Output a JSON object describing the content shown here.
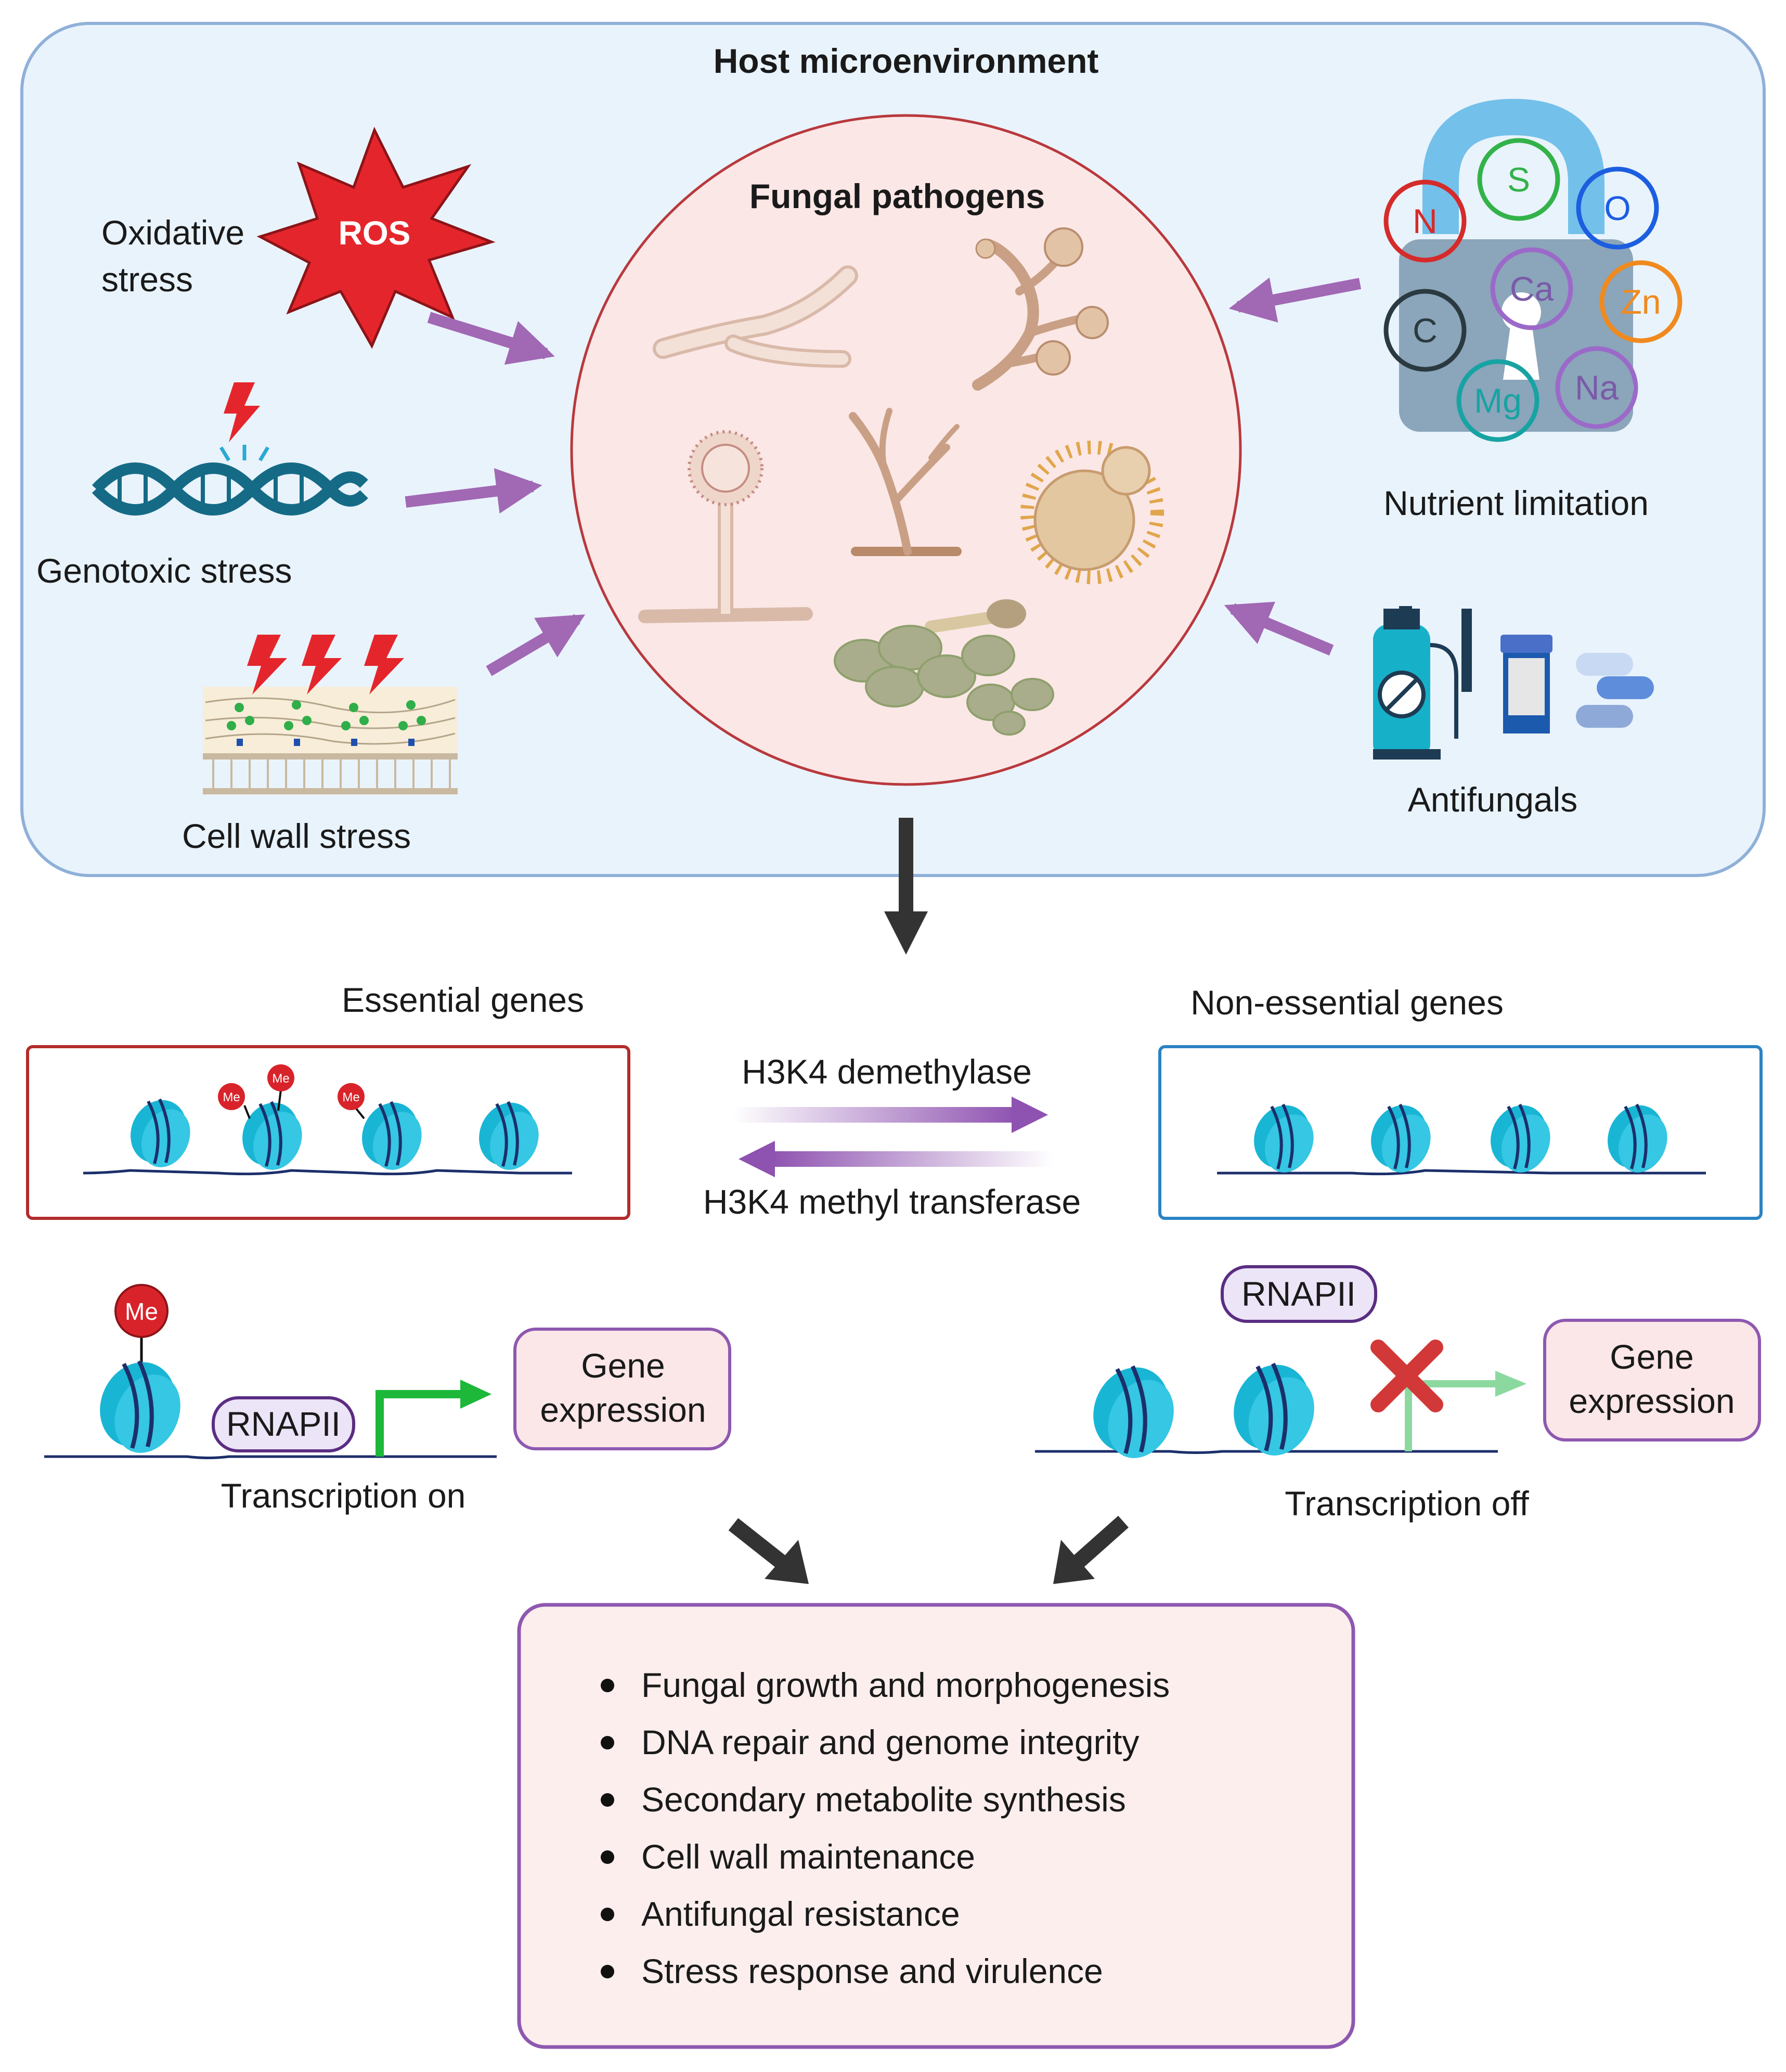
{
  "colors": {
    "host_bg": "#e9f3fc",
    "host_border": "#8fb0d8",
    "pathogen_bg": "#fbe7e6",
    "pathogen_border": "#b8393d",
    "arrow_purple": "#a168b4",
    "essential_border": "#b32b2b",
    "nonessential_border": "#2b83c4",
    "nucleosome": "#19b5d4",
    "methyl": "#d8232a",
    "rnap_fill": "#ece4f7",
    "rnap_border": "#5a2d82",
    "gene_box_fill": "#fbe6e8",
    "gene_box_border": "#8e58b0",
    "tss_on": "#1db83a",
    "tss_off": "#8cd9a0",
    "cross": "#d23838",
    "outcome_fill": "#fdeeee",
    "outcome_border": "#8e58b0"
  },
  "host": {
    "title": "Host microenvironment"
  },
  "pathogens": {
    "title": "Fungal pathogens"
  },
  "stresses": {
    "oxidative_line1": "Oxidative",
    "oxidative_line2": "stress",
    "ros": "ROS",
    "genotoxic": "Genotoxic stress",
    "cell_wall": "Cell wall stress"
  },
  "nutrients": {
    "label": "Nutrient limitation",
    "elements": [
      "N",
      "S",
      "O",
      "C",
      "Ca",
      "Zn",
      "Mg",
      "Na"
    ]
  },
  "antifungals": {
    "label": "Antifungals"
  },
  "genes": {
    "essential": "Essential genes",
    "nonessential": "Non-essential genes",
    "demethylase": "H3K4 demethylase",
    "methyltransferase": "H3K4 methyl transferase",
    "me": "Me"
  },
  "transcription": {
    "rnap": "RNAPII",
    "gene_line1": "Gene",
    "gene_line2": "expression",
    "on": "Transcription on",
    "off": "Transcription off"
  },
  "outcomes": [
    "Fungal growth and morphogenesis",
    "DNA repair and genome integrity",
    "Secondary metabolite synthesis",
    "Cell wall maintenance",
    "Antifungal resistance",
    "Stress response and virulence"
  ]
}
